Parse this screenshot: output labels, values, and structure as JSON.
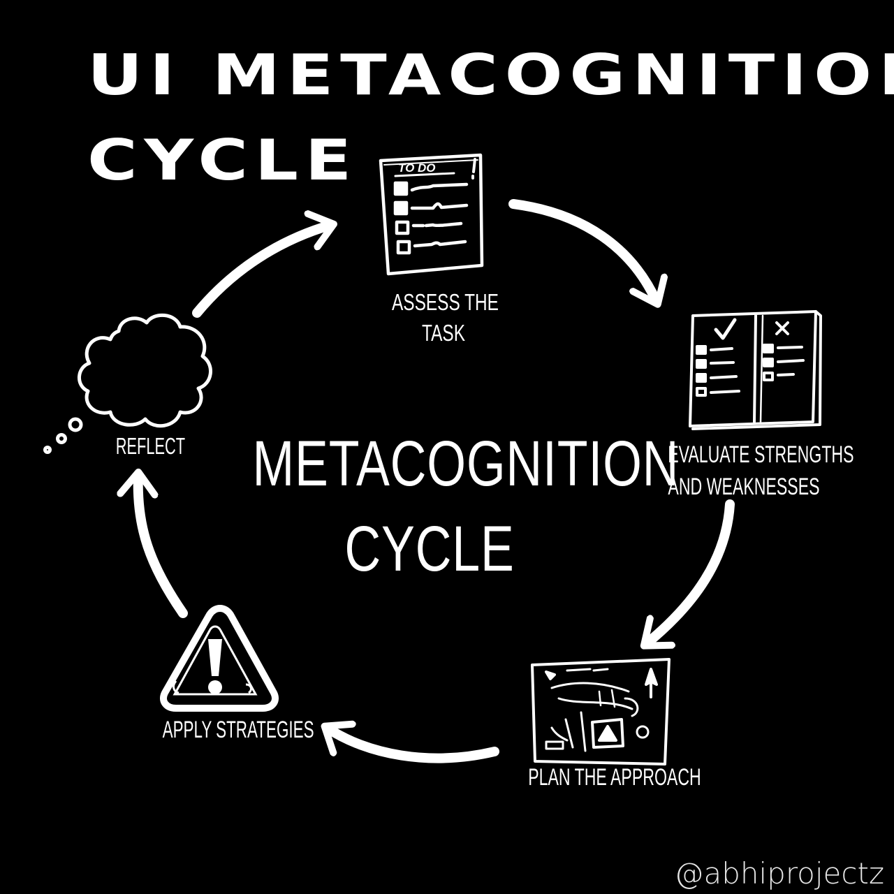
{
  "title": {
    "line1": "UI METACOGNITION",
    "line2": "CYCLE"
  },
  "center": {
    "line1": "METACOGNITION",
    "line2": "CYCLE"
  },
  "stages": {
    "assess": {
      "line1": "ASSESS THE",
      "line2": "TASK",
      "icon": "todo-list-icon",
      "icon_heading": "TO DO"
    },
    "evaluate": {
      "line1": "EVALUATE STRENGTHS",
      "line2": "AND WEAKNESSES",
      "icon": "checklist-book-icon"
    },
    "plan": {
      "line1": "PLAN THE APPROACH",
      "icon": "blueprint-map-icon"
    },
    "apply": {
      "line1": "APPLY STRATEGIES",
      "icon": "warning-triangle-icon"
    },
    "reflect": {
      "line1": "REFLECT",
      "icon": "thought-cloud-icon"
    }
  },
  "handle": "@abhiprojectz",
  "colors": {
    "background": "#000000",
    "foreground": "#ffffff"
  }
}
